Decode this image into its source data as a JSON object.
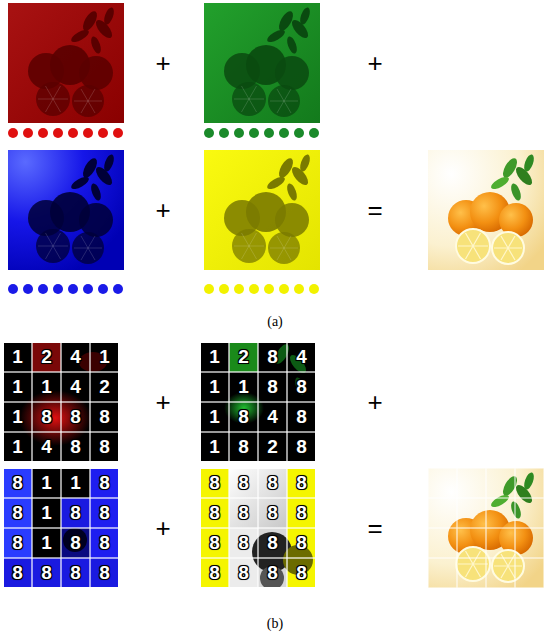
{
  "diagram": {
    "labels": [
      "+",
      "+",
      "+",
      "=",
      "(a)",
      "1",
      "2",
      "4",
      "1",
      "1",
      "1",
      "4",
      "2",
      "1",
      "8",
      "8",
      "8",
      "1",
      "4",
      "8",
      "8",
      "+",
      "1",
      "2",
      "8",
      "4",
      "1",
      "1",
      "8",
      "8",
      "1",
      "8",
      "4",
      "8",
      "1",
      "8",
      "2",
      "8",
      "+",
      "8",
      "1",
      "1",
      "8",
      "8",
      "1",
      "8",
      "8",
      "8",
      "1",
      "8",
      "8",
      "8",
      "8",
      "8",
      "8",
      "+",
      "8",
      "8",
      "8",
      "8",
      "8",
      "8",
      "8",
      "8",
      "8",
      "8",
      "8",
      "8",
      "8",
      "8",
      "8",
      "8",
      "=",
      "(b)"
    ]
  }
}
